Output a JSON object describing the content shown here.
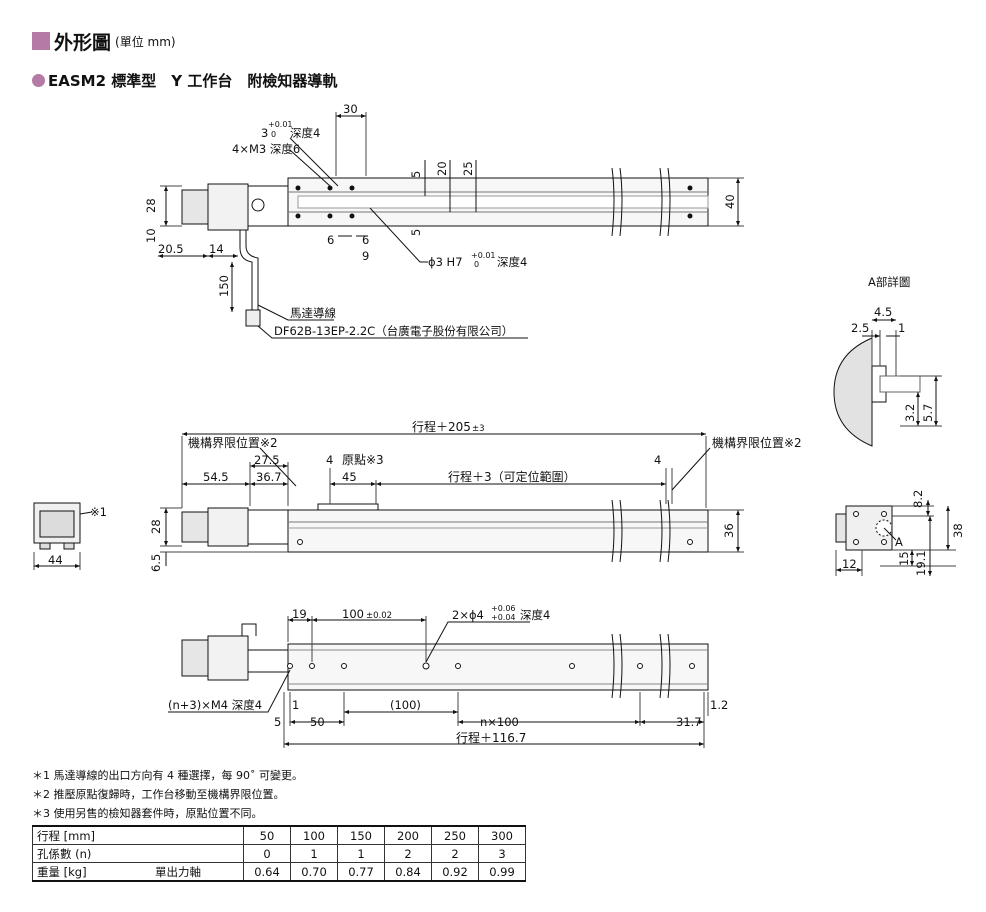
{
  "header": {
    "title": "外形圖",
    "unit": "(單位 mm)",
    "subtitle": "EASM2 標準型　Y 工作台　附檢知器導軌"
  },
  "top_view": {
    "dim_30": "30",
    "dim_3": "3",
    "tol_3_upper": "+0.01",
    "tol_3_lower": "0",
    "depth4": "深度4",
    "m3": "4×M3 深度6",
    "dim_5a": "5",
    "dim_20": "20",
    "dim_25": "25",
    "dim_28": "28",
    "dim_40": "40",
    "dim_10": "10",
    "dim_20_5": "20.5",
    "dim_14": "14",
    "dim_6a": "6",
    "dim_6b": "6",
    "dim_9": "9",
    "dim_5b": "5",
    "pin_hole": "ϕ3 H7",
    "pin_tol_upper": "+0.01",
    "pin_tol_lower": "0",
    "pin_depth": "深度4",
    "dim_150": "150",
    "cable": "馬達導線",
    "connector": "DF62B-13EP-2.2C（台廣電子股份有限公司）"
  },
  "detail_a": {
    "title": "A部詳圖",
    "dim_4_5": "4.5",
    "dim_2_5": "2.5",
    "dim_1": "1",
    "dim_3_2": "3.2",
    "dim_5_7": "5.7"
  },
  "front_view": {
    "stroke_total": "行程＋205",
    "stroke_total_tol": "±3",
    "limit_left": "機構界限位置※2",
    "limit_right": "機構界限位置※2",
    "dim_27_5": "27.5",
    "dim_4a": "4",
    "origin": "原點※3",
    "dim_54_5": "54.5",
    "dim_36_7": "36.7",
    "dim_45": "45",
    "stroke_range": "行程＋3（可定位範圍）",
    "dim_4b": "4",
    "dim_28": "28",
    "dim_36": "36",
    "dim_6_5": "6.5"
  },
  "side_view": {
    "mark": "※1",
    "dim_44": "44"
  },
  "end_view": {
    "dim_8_2": "8.2",
    "dim_38": "38",
    "dim_15": "15",
    "dim_19_1": "19.1",
    "dim_12": "12",
    "label_a": "A"
  },
  "bottom_view": {
    "dim_19": "19",
    "dim_100": "100",
    "dim_100_tol": "±0.02",
    "holes": "2×ϕ4",
    "holes_tol_upper": "+0.06",
    "holes_tol_lower": "+0.04",
    "holes_depth": "深度4",
    "m4": "(n+3)×M4 深度4",
    "dim_1": "1",
    "dim_paren_100": "(100)",
    "dim_1_2": "1.2",
    "dim_5": "5",
    "dim_50": "50",
    "dim_n100": "n×100",
    "dim_31_7": "31.7",
    "stroke_116": "行程＋116.7"
  },
  "notes": [
    "＊1 馬達導線的出口方向有 4 種選擇，每 90˚ 可變更。",
    "＊2 推壓原點復歸時，工作台移動至機構界限位置。",
    "＊3 使用另售的檢知器套件時，原點位置不同。"
  ],
  "spec_table": {
    "row_stroke": {
      "label": "行程 [mm]",
      "values": [
        "50",
        "100",
        "150",
        "200",
        "250",
        "300"
      ]
    },
    "row_holes": {
      "label": "孔係數 (n)",
      "values": [
        "0",
        "1",
        "1",
        "2",
        "2",
        "3"
      ]
    },
    "row_mass": {
      "label": "重量 [kg]",
      "sublabel": "單出力軸",
      "values": [
        "0.64",
        "0.70",
        "0.77",
        "0.84",
        "0.92",
        "0.99"
      ]
    }
  }
}
